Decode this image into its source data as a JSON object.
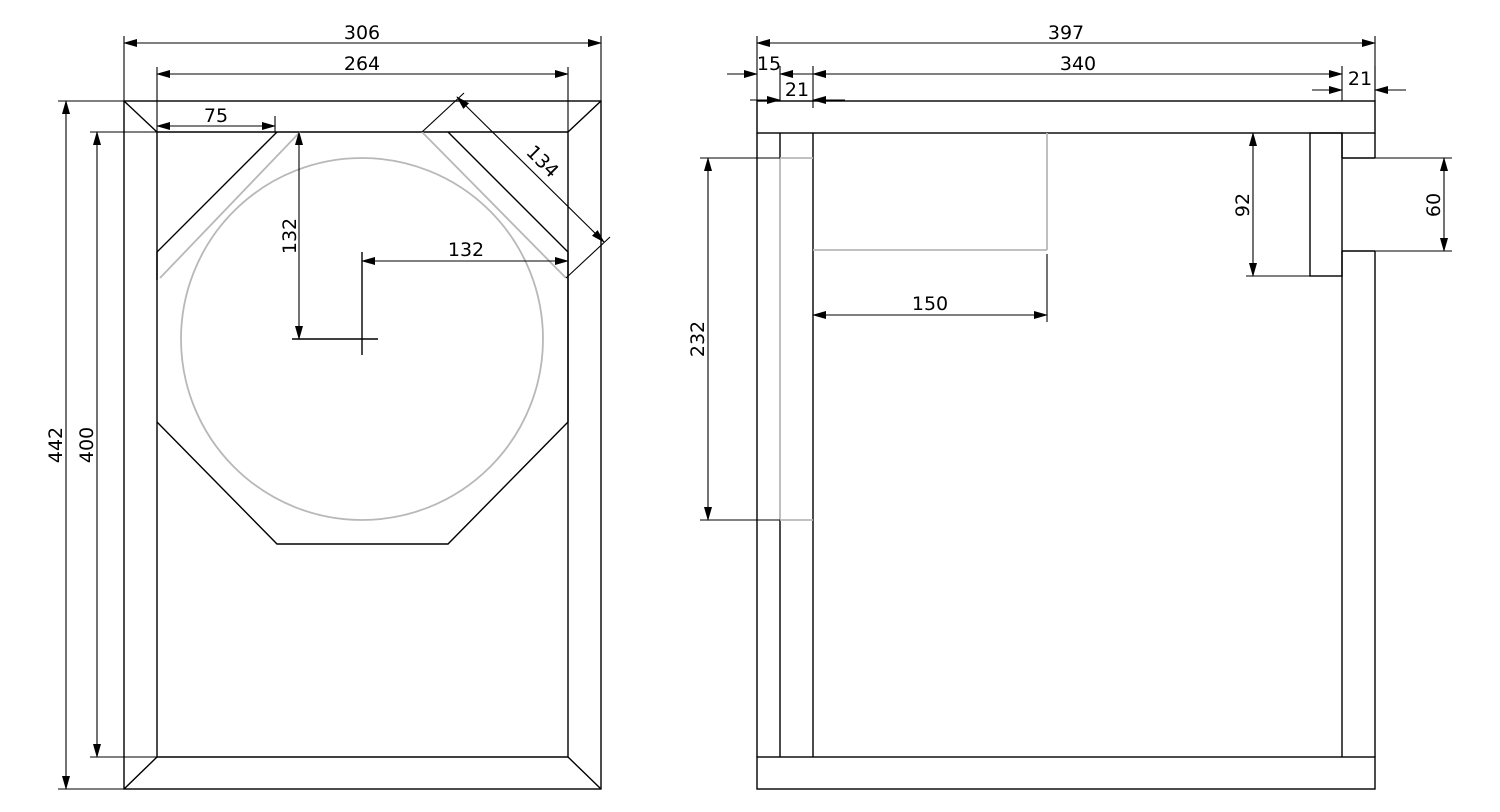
{
  "front_view": {
    "width_outer": "306",
    "width_inner": "264",
    "height_outer": "442",
    "height_inner": "400",
    "chamfer_offset": "75",
    "chamfer_length": "134",
    "center_vertical": "132",
    "center_horizontal": "132"
  },
  "side_view": {
    "depth_outer": "397",
    "front_panel": "15",
    "rail_thickness": "21",
    "depth_inner": "340",
    "back_panel": "21",
    "port_height": "232",
    "port_length": "150",
    "vent_height": "92",
    "vent_opening": "60"
  }
}
